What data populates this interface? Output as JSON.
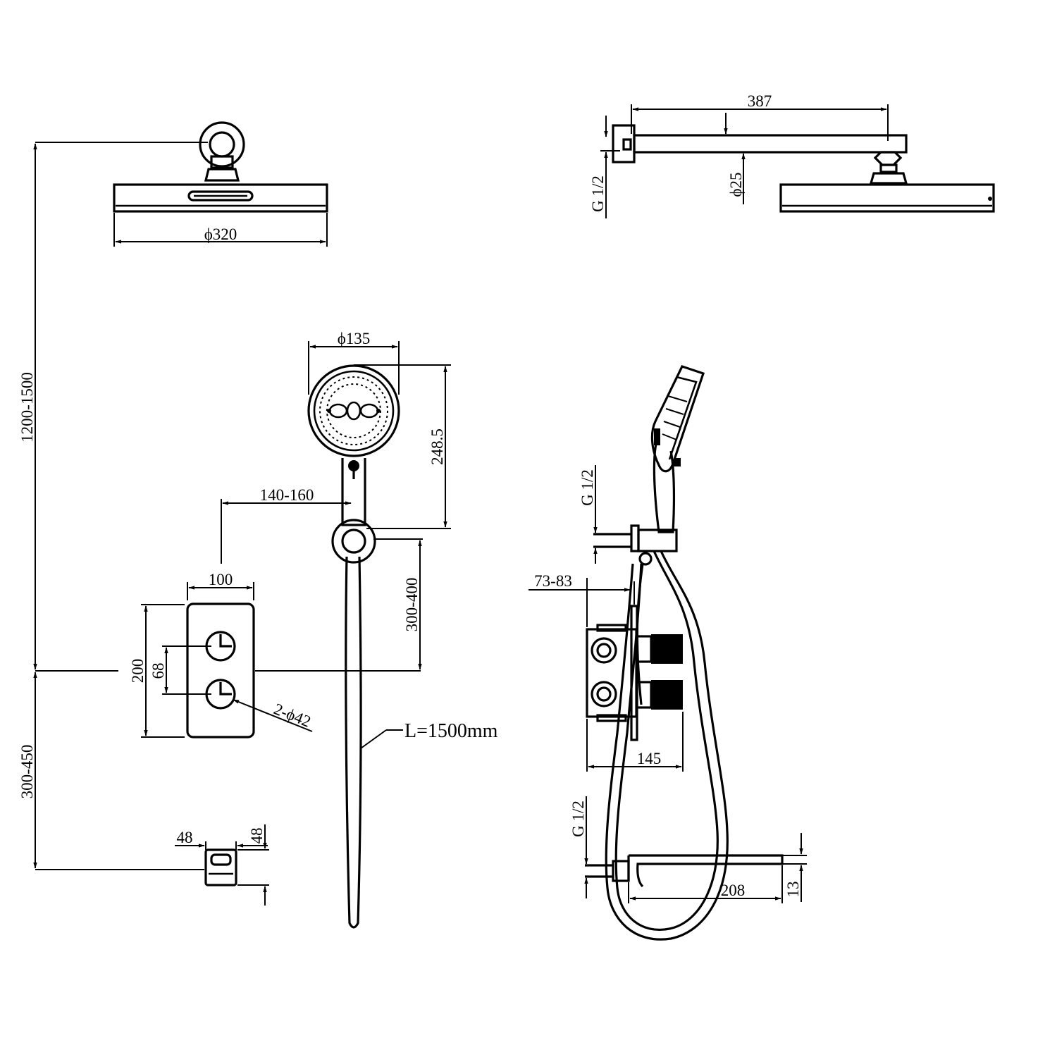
{
  "dimensions": {
    "rain_head_diameter": "ϕ320",
    "arm_length": "387",
    "arm_diameter": "ϕ25",
    "arm_thread": "G 1/2",
    "overhead_height": "1200-1500",
    "hand_shower_diameter": "ϕ135",
    "hand_shower_length": "248.5",
    "holder_offset": "140-160",
    "holder_height": "300-400",
    "plate_width": "100",
    "plate_height": "200",
    "knob_spacing": "68",
    "knob_diameter": "2-ϕ42",
    "hose_length": "L=1500mm",
    "outlet_height": "300-450",
    "outlet_width": "48",
    "outlet_height_small": "48",
    "side_holder_thread": "G 1/2",
    "wall_depth": "73-83",
    "valve_depth": "145",
    "spout_thread": "G 1/2",
    "spout_length": "208",
    "spout_height": "13"
  }
}
